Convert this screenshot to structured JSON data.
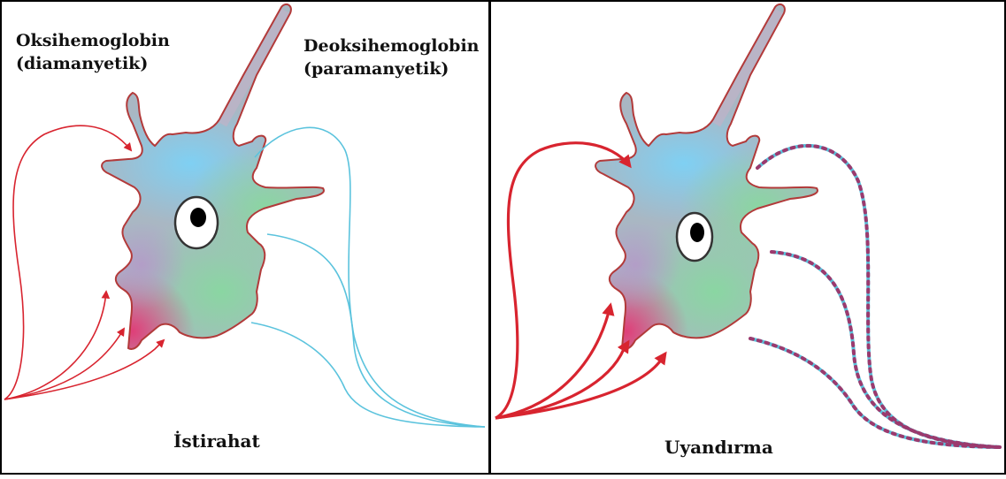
{
  "left_panel": {
    "label_oxy_line1": "Oksihemoglobin",
    "label_oxy_line2": "(diamanyetik)",
    "label_deoxy_line1": "Deoksihemoglobin",
    "label_deoxy_line2": "(paramanyetik)",
    "caption": "İstirahat"
  },
  "right_panel": {
    "caption": "Uyandırma"
  },
  "colors": {
    "oxy_arrow": "#d8242f",
    "deoxy_line": "#5bc3dd",
    "deoxy_dots": "#9b3a6e",
    "neuron_outline": "#b23a3a",
    "neuron_blue": "#8fd0ee",
    "neuron_green": "#8fd1a8",
    "neuron_pink": "#d64a7e",
    "border": "#000000"
  }
}
